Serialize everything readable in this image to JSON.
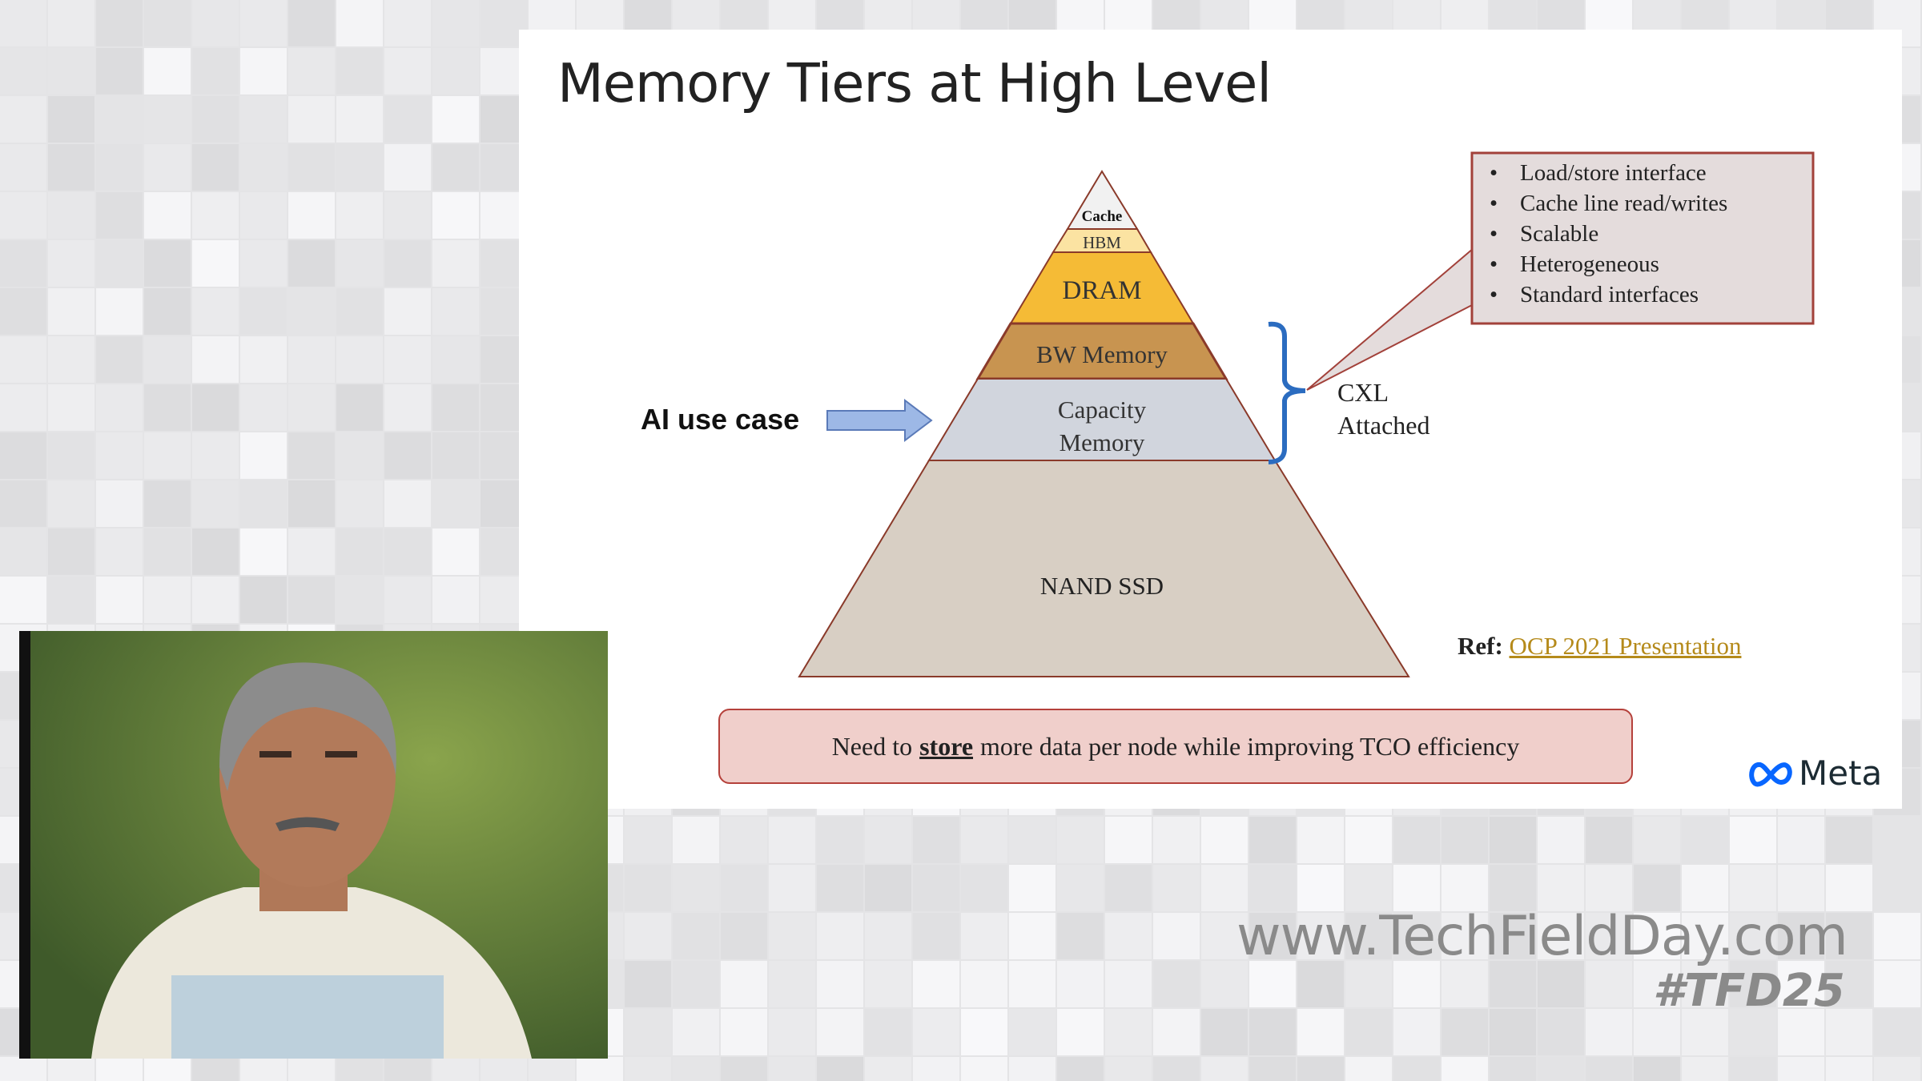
{
  "slide": {
    "title": "Memory Tiers at High Level",
    "tiers": [
      {
        "label": "Cache",
        "color": "#f1f1f1"
      },
      {
        "label": "HBM",
        "color": "#fbe3a2"
      },
      {
        "label": "DRAM",
        "color": "#f5bb36"
      },
      {
        "label": "BW Memory",
        "color": "#c89450"
      },
      {
        "label": "Capacity",
        "label2": "Memory",
        "color": "#d1d5dd"
      },
      {
        "label": "NAND SSD",
        "color": "#d8cfc4"
      }
    ],
    "ai_use_case": "AI use case",
    "cxl": "CXL",
    "attached": "Attached",
    "callout_items": [
      "Load/store interface",
      "Cache line read/writes",
      "Scalable",
      "Heterogeneous",
      "Standard interfaces"
    ],
    "ref_label": "Ref:",
    "ref_link": "OCP 2021 Presentation",
    "banner": {
      "pre": "Need to",
      "bold": "store",
      "post": "more data per node while improving TCO efficiency"
    },
    "brand": "Meta"
  },
  "watermark": {
    "url": "www.TechFieldDay.com",
    "tag": "#TFD25"
  }
}
